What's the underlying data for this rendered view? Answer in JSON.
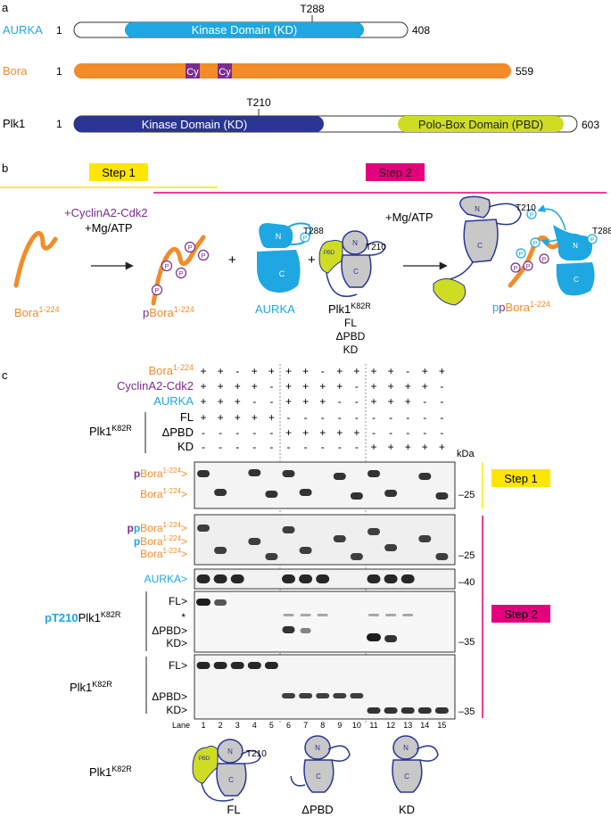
{
  "colors": {
    "aurka": "#1ea7e1",
    "bora": "#f28c28",
    "cy": "#7b2d8e",
    "plk1": "#2a3593",
    "pbd": "#cedc24",
    "step1": "#ffe600",
    "step2": "#e4007c",
    "grey": "#c8c8c8"
  },
  "panel_a": {
    "label": "a",
    "proteins": [
      {
        "name": "AURKA",
        "start": "1",
        "end": "408",
        "domain": "Kinase Domain (KD)",
        "site": "T288"
      },
      {
        "name": "Bora",
        "start": "1",
        "end": "559",
        "motif1": "Cy",
        "motif2": "Cy"
      },
      {
        "name": "Plk1",
        "start": "1",
        "end": "603",
        "domain": "Kinase Domain (KD)",
        "domain2": "Polo-Box Domain (PBD)",
        "site": "T210"
      }
    ]
  },
  "panel_b": {
    "label": "b",
    "step1": "Step 1",
    "step2": "Step 2",
    "cond1_a": "+CyclinA2-Cdk2",
    "cond1_b": "+Mg/ATP",
    "cond2": "+Mg/ATP",
    "bora_base": "Bora",
    "bora_sup": "1-224",
    "pbora_p": "p",
    "pbora_base": "Bora",
    "ppbora_p1": "p",
    "ppbora_p2": "p",
    "plus": "+",
    "aurka": "AURKA",
    "plk1_base": "Plk1",
    "plk1_sup": "K82R",
    "constructs": [
      "FL",
      "ΔPBD",
      "KD"
    ],
    "p": "P",
    "n": "N",
    "c": "C",
    "pbd_small": "PBD",
    "t288": "T288",
    "t210": "T210"
  },
  "panel_c": {
    "label": "c",
    "row_labels": {
      "bora": "Bora",
      "cyclin": "CyclinA2-Cdk2",
      "aurka": "AURKA",
      "plk1": "Plk1",
      "fl": "FL",
      "dpbd": "ΔPBD",
      "kd": "KD",
      "sup_bora": "1-224",
      "sup_plk": "K82R"
    },
    "signs": {
      "bora": [
        "+",
        "+",
        "-",
        "+",
        "+",
        "+",
        "+",
        "-",
        "+",
        "+",
        "+",
        "+",
        "-",
        "+",
        "+"
      ],
      "cyclin": [
        "+",
        "+",
        "+",
        "+",
        "-",
        "+",
        "+",
        "+",
        "+",
        "-",
        "+",
        "+",
        "+",
        "+",
        "-"
      ],
      "aurka": [
        "+",
        "+",
        "+",
        "-",
        "-",
        "+",
        "+",
        "+",
        "-",
        "-",
        "+",
        "+",
        "+",
        "-",
        "-"
      ],
      "fl": [
        "+",
        "+",
        "+",
        "+",
        "+",
        "-",
        "-",
        "-",
        "-",
        "-",
        "-",
        "-",
        "-",
        "-",
        "-"
      ],
      "dpbd": [
        "-",
        "-",
        "-",
        "-",
        "-",
        "+",
        "+",
        "+",
        "+",
        "+",
        "-",
        "-",
        "-",
        "-",
        "-"
      ],
      "kd": [
        "-",
        "-",
        "-",
        "-",
        "-",
        "-",
        "-",
        "-",
        "-",
        "-",
        "+",
        "+",
        "+",
        "+",
        "+"
      ]
    },
    "kda": "kDa",
    "mw": {
      "m25a": "25",
      "m25b": "25",
      "m40": "40",
      "m35a": "35",
      "m35b": "35"
    },
    "blot1": {
      "pbora_p": "p",
      "base": "Bora",
      "sup": "1-224"
    },
    "blot2": {
      "pp_p1": "p",
      "pp_p2": "p",
      "base": "Bora",
      "sup": "1-224"
    },
    "aurka_blot": "AURKA",
    "pt210": {
      "prefix": "pT210",
      "base": "Plk1",
      "sup": "K82R"
    },
    "plk_blot": {
      "base": "Plk1",
      "sup": "K82R"
    },
    "band_fl": "FL",
    "band_star": "*",
    "band_dpbd": "ΔPBD",
    "band_kd": "KD",
    "lane_word": "Lane",
    "lanes": [
      "1",
      "2",
      "3",
      "4",
      "5",
      "6",
      "7",
      "8",
      "9",
      "10",
      "11",
      "12",
      "13",
      "14",
      "15"
    ],
    "step1": "Step 1",
    "step2": "Step 2",
    "bottom": {
      "plk_base": "Plk1",
      "plk_sup": "K82R",
      "fl": "FL",
      "dpbd": "ΔPBD",
      "kd": "KD",
      "t210": "T210",
      "pbd": "PBD",
      "n": "N",
      "c": "C"
    }
  }
}
